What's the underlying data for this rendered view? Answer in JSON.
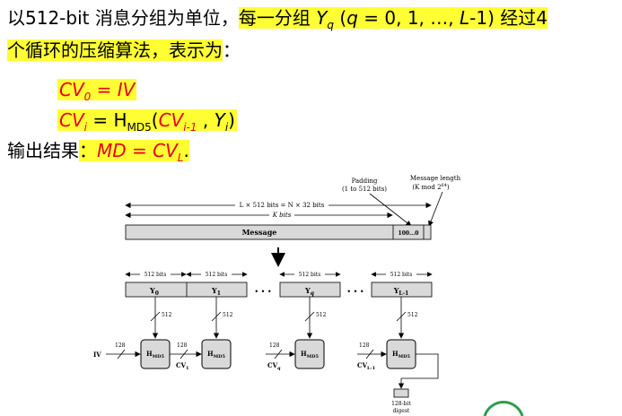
{
  "text": {
    "l1_a": "以512-bit 消息分组为单位，",
    "l1_b": "每一分组",
    "l1_y": "Y",
    "l1_q": "q",
    "l1_c": "(",
    "l1_q2": "q",
    "l1_d": " = 0, 1, …, ",
    "l1_L": "L",
    "l1_e": "-1) 经过4",
    "l2": "个循环的压缩算法，表示为",
    "l2_colon": "：",
    "f1_cv": "CV",
    "f1_sub": "0",
    "f1_rest": " = IV",
    "f2_cv": "CV",
    "f2_sub": "i",
    "f2_eq": " = H",
    "f2_hsub": "MD5",
    "f2_paren": "(",
    "f2_cv2": "CV",
    "f2_sub2": "i-1",
    "f2_comma": " , ",
    "f2_y": "Y",
    "f2_ysub": "i",
    "f2_close": ")",
    "l5_a": "输出结果",
    "l5_colon": "：",
    "l5_md": "MD = CV",
    "l5_sub": "L",
    "l5_dot": "."
  },
  "diagram": {
    "padding": "Padding",
    "padding_range": "(1 to 512 bits)",
    "msg_len": "Message length",
    "msg_len_mod": "(K mod 2",
    "msg_len_exp": "64",
    "msg_len_close": ")",
    "l_label": "L × 512 bits = N × 32 bits",
    "k_label": "K bits",
    "message": "Message",
    "pad_bits": "100...0",
    "b512": "512 bits",
    "y0": "Y",
    "y0s": "0",
    "y1": "Y",
    "y1s": "1",
    "yq": "Y",
    "yqs": "q",
    "yl": "Y",
    "yls": "L-1",
    "dots": "• • •",
    "n512": "512",
    "n128": "128",
    "iv": "IV",
    "h": "H",
    "hs": "MD5",
    "cv1": "CV",
    "cv1s": "1",
    "cvq": "CV",
    "cvqs": "q",
    "cvl": "CV",
    "cvls": "L-1",
    "digest1": "128-bit",
    "digest2": "digest"
  },
  "colors": {
    "highlight": "#ffff33",
    "red": "#e8001c",
    "box": "#d9d9d9"
  }
}
